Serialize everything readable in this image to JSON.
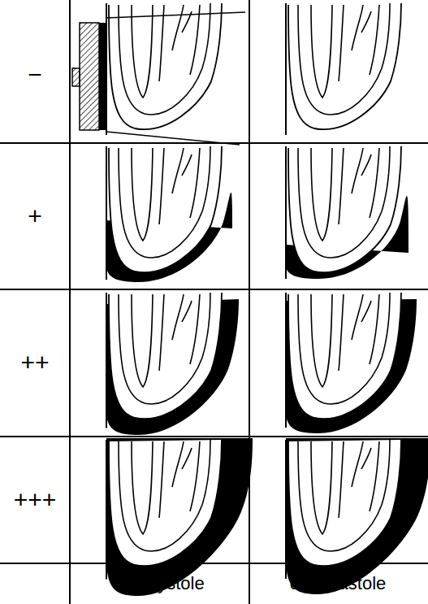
{
  "diagram": {
    "labels": [
      "−",
      "+",
      "++",
      "+++",
      "end systole",
      "end diastole"
    ]
  }
}
